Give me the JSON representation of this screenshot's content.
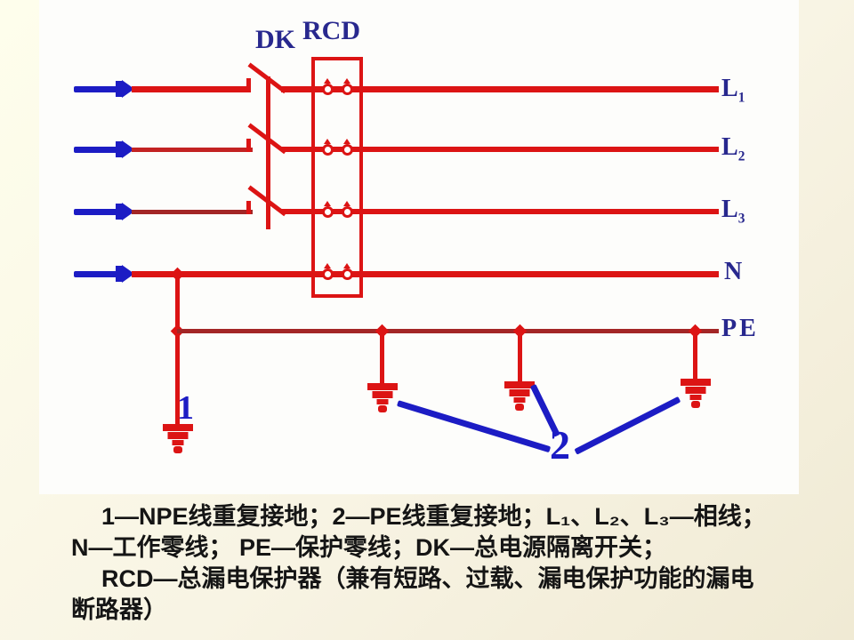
{
  "diagram": {
    "switch_label": "DK",
    "rcd_label": "RCD",
    "line_labels": [
      {
        "base": "L",
        "sub": "1"
      },
      {
        "base": "L",
        "sub": "2"
      },
      {
        "base": "L",
        "sub": "3"
      }
    ],
    "neutral_label": "N",
    "pe_label": "PE",
    "ground1_label": "1",
    "ground2_label": "2"
  },
  "caption": {
    "line1": "1—NPE线重复接地；2—PE线重复接地；L₁、L₂、L₃—相线；",
    "line2": "N—工作零线；  PE—保护零线；DK—总电源隔离开关；",
    "line3": "RCD—总漏电保护器（兼有短路、过载、漏电保护功能的漏电",
    "line4": "断路器）"
  },
  "colors": {
    "wire_red": "#DC1414",
    "wire_dark_red": "#A32626",
    "arrow_blue": "#1C1CC4",
    "label_navy": "#28288E",
    "background_cream": "#F0EAD4",
    "canvas_white": "#FDFDFB",
    "text_black": "#151515"
  }
}
